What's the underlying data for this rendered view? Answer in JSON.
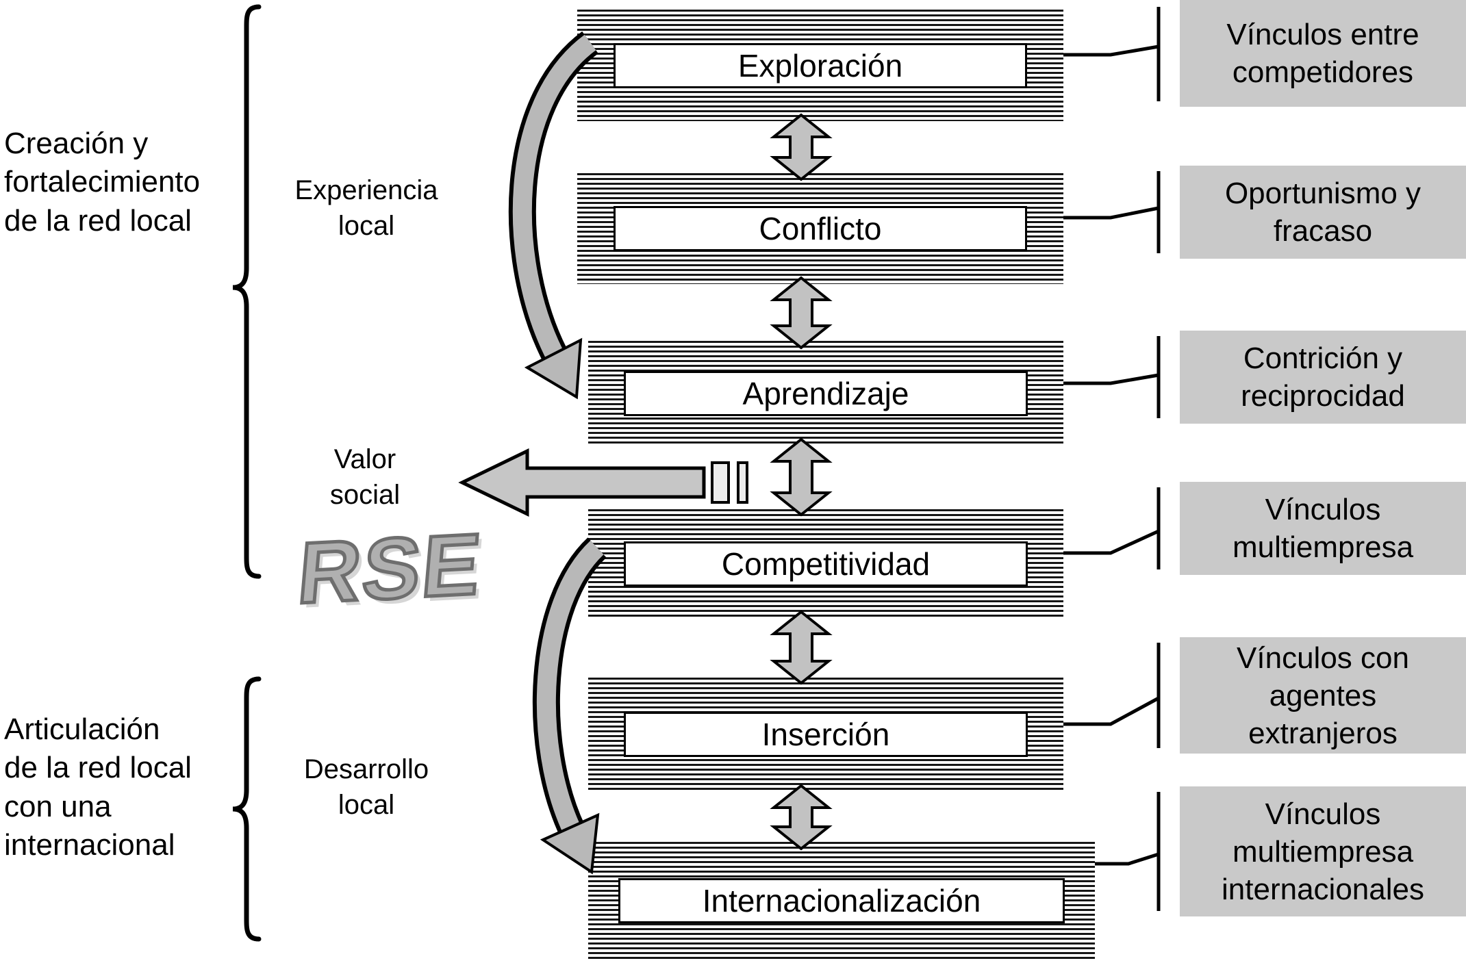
{
  "left": {
    "group1_label": "Creación y\nfortalecimiento\nde la red local",
    "group2_label": "Articulación\nde la red local\ncon una\ninternacional",
    "experiencia_label": "Experiencia\nlocal",
    "desarrollo_label": "Desarrollo\nlocal",
    "valor_label": "Valor\nsocial",
    "rse_label": "RSE"
  },
  "stages": [
    {
      "label": "Exploración",
      "annotation": "Vínculos entre\ncompetidores"
    },
    {
      "label": "Conflicto",
      "annotation": "Oportunismo y\nfracaso"
    },
    {
      "label": "Aprendizaje",
      "annotation": "Contrición y\nreciprocidad"
    },
    {
      "label": "Competitividad",
      "annotation": "Vínculos\nmultiempresa"
    },
    {
      "label": "Inserción",
      "annotation": "Vínculos con\nagentes\nextranjeros"
    },
    {
      "label": "Internacionalización",
      "annotation": "Vínculos\nmultiempresa\ninternacionales"
    }
  ],
  "colors": {
    "annotation_bg": "#c9c9c9",
    "arrow_fill": "#c2c2c2",
    "stripe": "#161616"
  }
}
